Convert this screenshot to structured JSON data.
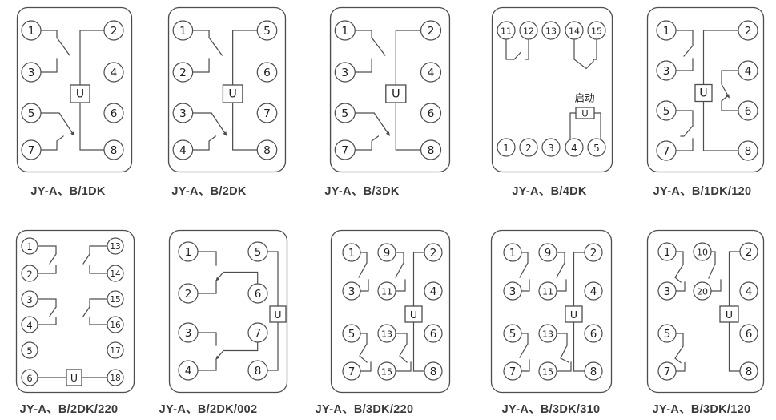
{
  "page": {
    "background": "#ffffff"
  },
  "colors": {
    "line": "#4d4d4d",
    "digit": "#1f1f1f",
    "caption": "#3a3a3a"
  },
  "diagrams": [
    {
      "label": "JY-A、B/1DK",
      "coil": "U",
      "terminals": [
        "1",
        "3",
        "5",
        "7",
        "2",
        "4",
        "6",
        "8"
      ]
    },
    {
      "label": "JY-A、B/2DK",
      "coil": "U",
      "terminals": [
        "1",
        "2",
        "3",
        "4",
        "5",
        "6",
        "7",
        "8"
      ]
    },
    {
      "label": "JY-A、B/3DK",
      "coil": "U",
      "terminals": [
        "1",
        "3",
        "5",
        "7",
        "2",
        "4",
        "6",
        "8"
      ]
    },
    {
      "label": "JY-A、B/4DK",
      "coil": "U",
      "start_label": "启动",
      "terminals": [
        "11",
        "12",
        "13",
        "14",
        "15",
        "1",
        "2",
        "3",
        "4",
        "5"
      ]
    },
    {
      "label": "JY-A、B/1DK/120",
      "coil": "U",
      "terminals": [
        "1",
        "3",
        "5",
        "7",
        "2",
        "4",
        "6",
        "8"
      ]
    },
    {
      "label": "JY-A、B/2DK/220",
      "coil": "U",
      "terminals": [
        "1",
        "2",
        "3",
        "4",
        "5",
        "6",
        "13",
        "14",
        "15",
        "16",
        "17",
        "18"
      ]
    },
    {
      "label": "JY-A、B/2DK/002",
      "coil": "U",
      "terminals": [
        "1",
        "2",
        "3",
        "4",
        "5",
        "6",
        "7",
        "8"
      ]
    },
    {
      "label": "JY-A、B/3DK/220",
      "coil": "U",
      "terminals": [
        "1",
        "3",
        "5",
        "7",
        "9",
        "11",
        "13",
        "15",
        "2",
        "4",
        "6",
        "8"
      ]
    },
    {
      "label": "JY-A、B/3DK/310",
      "coil": "U",
      "terminals": [
        "1",
        "3",
        "5",
        "7",
        "9",
        "11",
        "13",
        "15",
        "2",
        "4",
        "6",
        "8"
      ]
    },
    {
      "label": "JY-A、B/3DK/120",
      "coil": "U",
      "terminals": [
        "1",
        "3",
        "5",
        "7",
        "10",
        "20",
        "2",
        "4",
        "6",
        "8"
      ]
    }
  ]
}
